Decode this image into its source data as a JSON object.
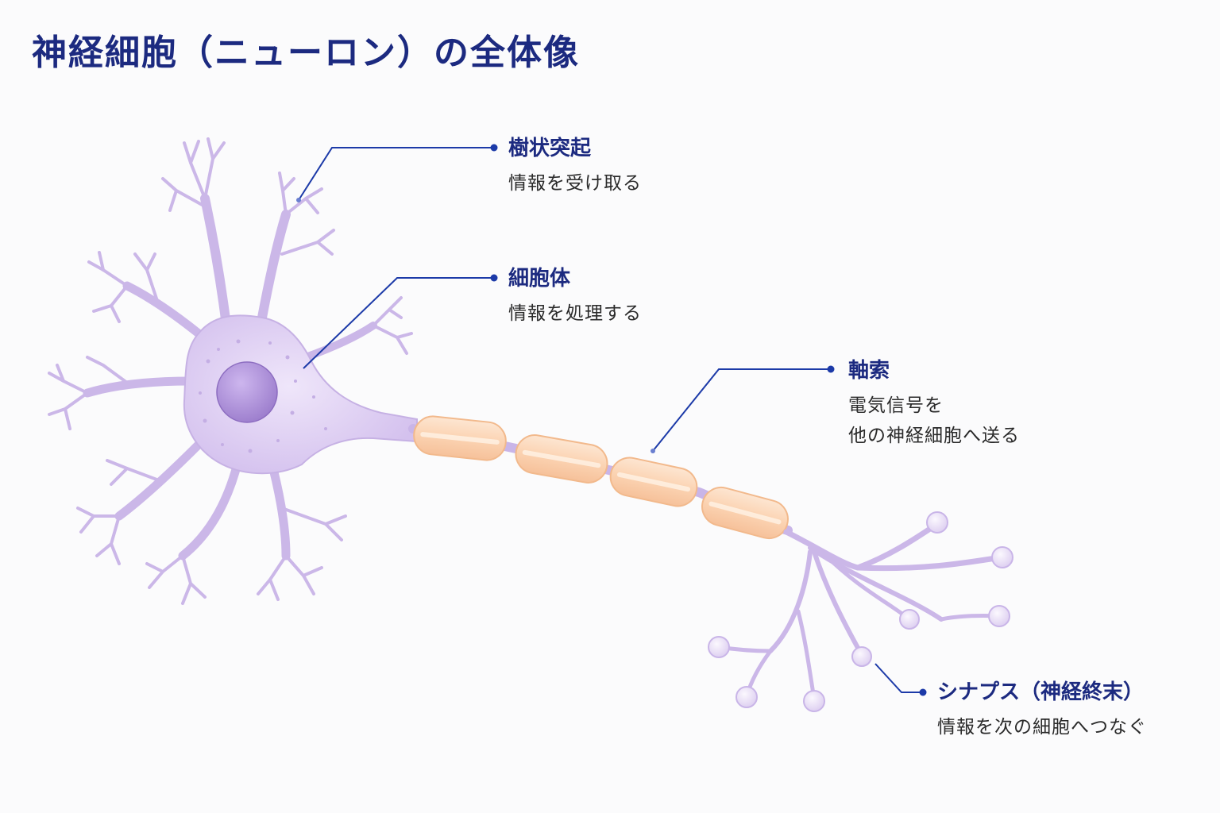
{
  "title": "神経細胞（ニューロン）の全体像",
  "colors": {
    "title": "#1c2a80",
    "leader_line": "#1c3aa8",
    "cell": "#d9c8ef",
    "cell_outline": "#c6b1e4",
    "nucleus": "#a98ad6",
    "myelin": "#fbd6b7",
    "myelin_outline": "#f2b98c",
    "terminal": "#e9def6"
  },
  "labels": {
    "dendrite": {
      "name": "樹状突起",
      "desc": [
        "情報を受け取る"
      ]
    },
    "soma": {
      "name": "細胞体",
      "desc": [
        "情報を処理する"
      ]
    },
    "axon": {
      "name": "軸索",
      "desc": [
        "電気信号を",
        "他の神経細胞へ送る"
      ]
    },
    "synapse": {
      "name": "シナプス（神経終末）",
      "desc": [
        "情報を次の細胞へつなぐ"
      ]
    }
  }
}
